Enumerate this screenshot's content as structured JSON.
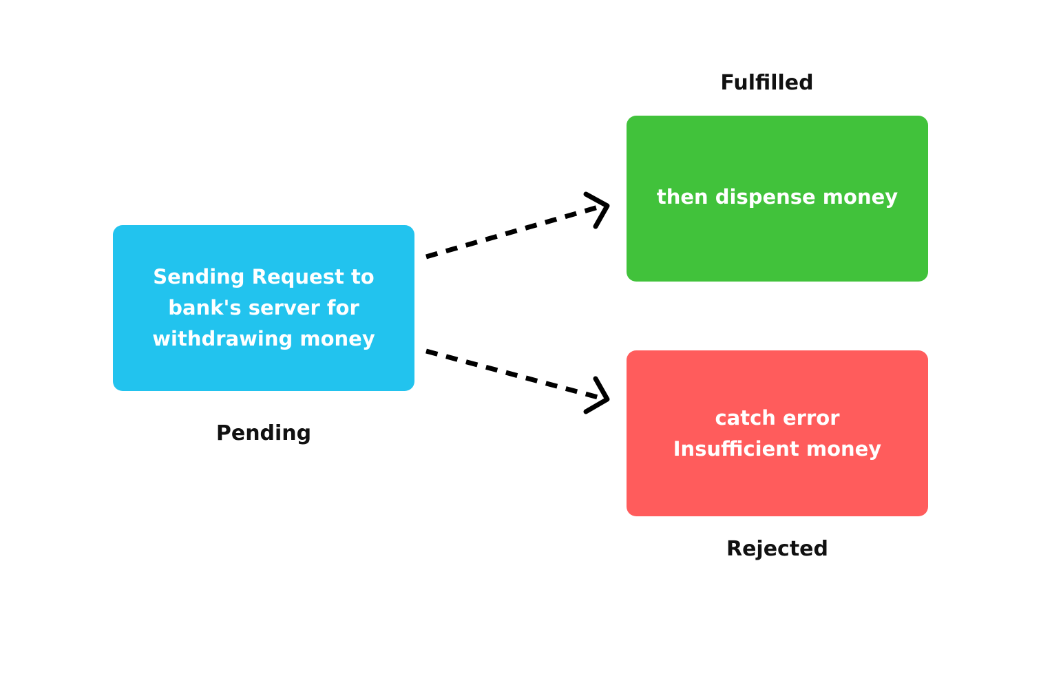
{
  "diagram": {
    "nodes": {
      "pending": {
        "lines": [
          "Sending Request to",
          "bank's server for",
          "withdrawing money"
        ],
        "label": "Pending",
        "color": "#22C3EE"
      },
      "fulfilled": {
        "lines": [
          "then dispense money"
        ],
        "label": "Fulfilled",
        "color": "#41C23B"
      },
      "rejected": {
        "lines": [
          "catch error",
          "Insufficient money"
        ],
        "label": "Rejected",
        "color": "#FF5C5C"
      }
    },
    "edges": [
      {
        "from": "pending",
        "to": "fulfilled",
        "style": "dashed"
      },
      {
        "from": "pending",
        "to": "rejected",
        "style": "dashed"
      }
    ]
  }
}
